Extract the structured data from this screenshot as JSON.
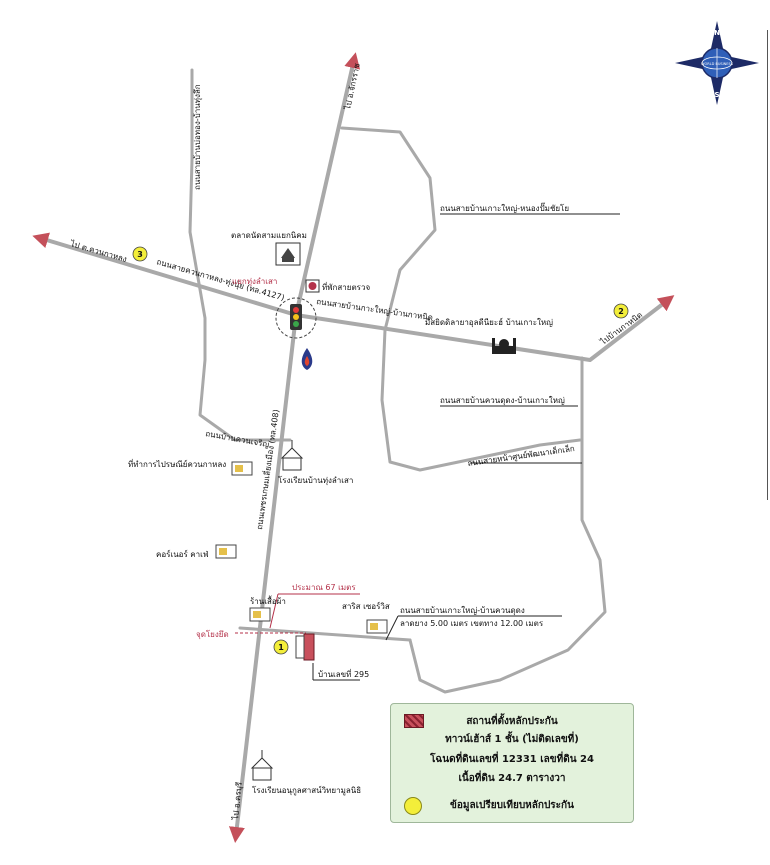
{
  "map": {
    "compass": {
      "icon": "compass-rose-icon",
      "north_letter": "N",
      "south_letter": "S",
      "emblem_text": "WORLD BUSINESS"
    },
    "roads": {
      "north_destination": "ไป อ.จักรราช",
      "south_destination": "ไป อ.ครบุรี",
      "west_destination": "ไป ต.ควนกาหลง",
      "east_destination": "ไปบ้านกาหนิด",
      "main_road": "ถนนเพชรเกษมเลี่ยงเมือง (ทล.408)",
      "west_road": "ถนนสายควนกาหลง-ทุ่งนุ้ย (ทล.4127)",
      "east_road": "ถนนสายบ้านกาะใหญ่-บ้านกาหนิด",
      "north_west_road": "ถนนสายบ้านบ่อทอง-บ้านทุ่งลึก",
      "north_east_road": "ถนนสายบ้านเกาะใหญ่-หนองปั๊มชัยโย",
      "middle_east_road": "ถนนสายบ้านควนดุดง-บ้านเกาะใหญ่",
      "south_east_road": "ถนนสายหน้าศูนย์พัฒนาเด็กเล็ก",
      "west_loop_road": "ถนนบ้านควนเจริญ",
      "subject_road": "ถนนสายบ้านเกาะใหญ่-บ้านควนดุดง",
      "subject_road_detail": "ลาดยาง 5.00 เมตร เขตทาง 12.00 เมตร"
    },
    "landmarks": {
      "market": "ตลาดนัดสามแยกนิคม",
      "police": "ที่พักสายตรวจ",
      "junction": "แยกทุ่งลำเสา",
      "mosque": "มัสยิดดิลายาอุลดีนียะฮ์ บ้านเกาะใหญ่",
      "post_office": "ที่ทำการไปรษณีย์ควนกาหลง",
      "school_north": "โรงเรียนบ้านทุ่งลำเสา",
      "cafe": "คอร์เนอร์ คาเฟ่",
      "clothes_shop": "ร้านเสื้อผ้า",
      "car_care": "สาริส เซอร์วิส",
      "distance": "ประมาณ 67 เมตร",
      "start_point": "จุดโยงยึด",
      "house_number": "บ้านเลขที่ 295",
      "school_south": "โรงเรียนอนุกูลศาสน์วิทยามูลนิธิ"
    },
    "markers": [
      {
        "number": "1",
        "color": "#f3ee3a"
      },
      {
        "number": "2",
        "color": "#f3ee3a"
      },
      {
        "number": "3",
        "color": "#f3ee3a"
      }
    ],
    "colors": {
      "road": "#a9a9a9",
      "arrow": "#c4505a",
      "accent_red": "#b4324a",
      "legend_bg": "#e3f2dc",
      "marker": "#f3ee3a"
    }
  },
  "legend": {
    "line1": "สถานที่ตั้งหลักประกัน",
    "line2": "ทาวน์เฮ้าส์ 1 ชั้น (ไม่ติดเลขที่)",
    "line3": "โฉนดที่ดินเลขที่ 12331 เลขที่ดิน 24",
    "line4": "เนื้อที่ดิน 24.7 ตารางวา",
    "line5": "ข้อมูลเปรียบเทียบหลักประกัน"
  }
}
